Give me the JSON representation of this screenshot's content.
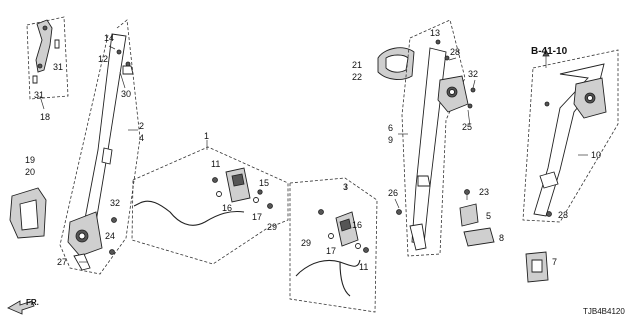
{
  "diagram": {
    "reference": "B-41-10",
    "direction_label": "FR.",
    "diagram_code": "TJB4B4120",
    "callouts": {
      "c1": "1",
      "c2": "2",
      "c3": "3",
      "c4": "4",
      "c5": "5",
      "c6": "6",
      "c7": "7",
      "c8": "8",
      "c9": "9",
      "c10": "10",
      "c11a": "11",
      "c11b": "11",
      "c12": "12",
      "c13": "13",
      "c14": "14",
      "c15": "15",
      "c16a": "16",
      "c16b": "16",
      "c17a": "17",
      "c17b": "17",
      "c18": "18",
      "c19": "19",
      "c20": "20",
      "c21": "21",
      "c22": "22",
      "c23a": "23",
      "c23b": "23",
      "c24": "24",
      "c25": "25",
      "c26": "26",
      "c27": "27",
      "c28": "28",
      "c29a": "29",
      "c29b": "29",
      "c30": "30",
      "c31a": "31",
      "c31b": "31",
      "c32a": "32",
      "c32b": "32"
    }
  }
}
